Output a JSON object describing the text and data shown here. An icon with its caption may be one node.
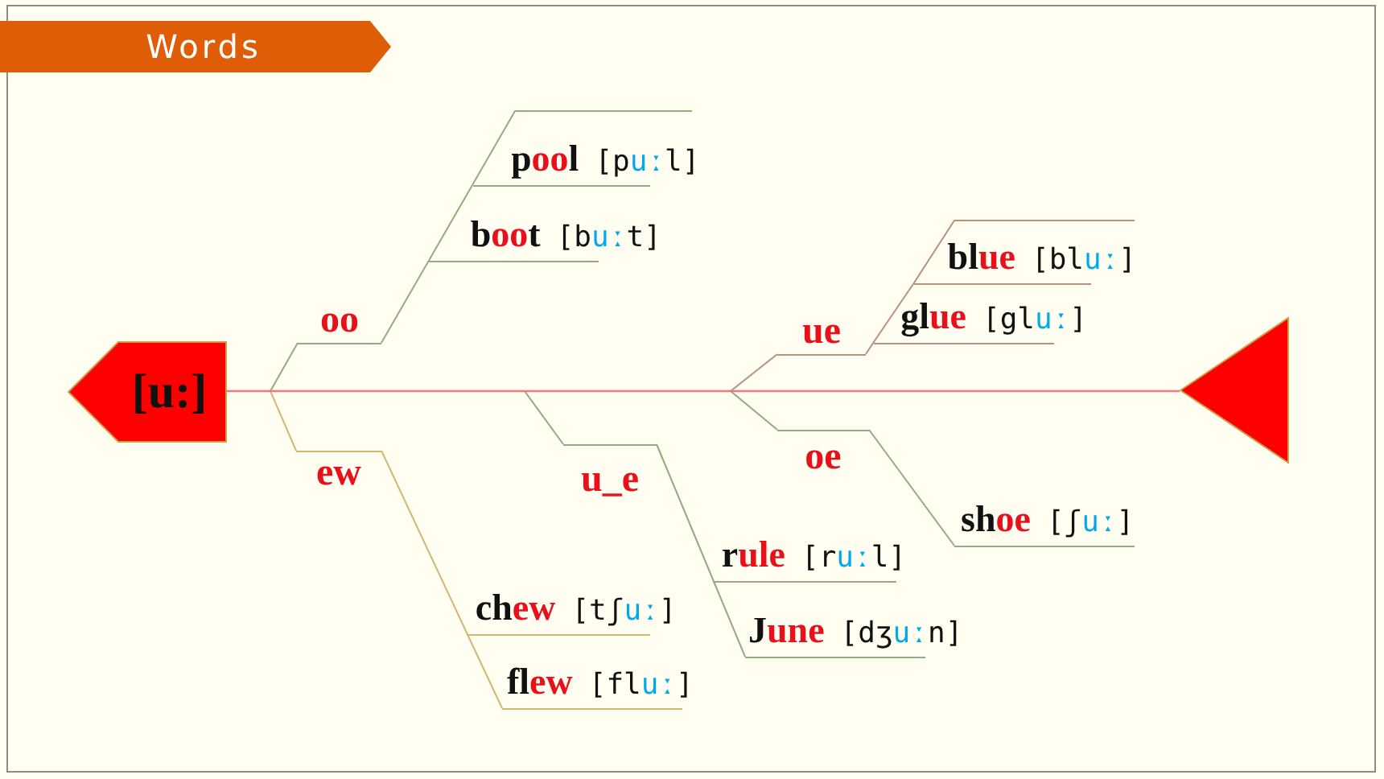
{
  "diagram": {
    "title": "Words",
    "nodes": [
      {
        "text": [
          "[u:]"
        ]
      },
      {
        "text": [
          "oo"
        ]
      },
      {
        "text": [
          "pool",
          "[puːl]"
        ]
      },
      {
        "text": [
          "boot",
          "[buːt]"
        ]
      },
      {
        "text": [
          "ew"
        ]
      },
      {
        "text": [
          "chew",
          "[tʃuː]"
        ]
      },
      {
        "text": [
          "flew",
          "[fluː]"
        ]
      },
      {
        "text": [
          "u_e"
        ]
      },
      {
        "text": [
          "rule",
          "[ruːl]"
        ]
      },
      {
        "text": [
          "June",
          "[dʒuːn]"
        ]
      },
      {
        "text": [
          "ue"
        ]
      },
      {
        "text": [
          "blue",
          "[bluː]"
        ]
      },
      {
        "text": [
          "glue",
          "[gluː]"
        ]
      },
      {
        "text": [
          "oe"
        ]
      },
      {
        "text": [
          "shoe",
          "[ʃuː]"
        ]
      },
      {
        "text": [],
        "shape": "triangle"
      }
    ],
    "edges": [
      {
        "from": 0,
        "to": 15,
        "arrow": "none",
        "color": "#f27a7a"
      },
      {
        "from": null,
        "to": 1,
        "arrow": "none"
      },
      {
        "from": 1,
        "to": 3,
        "arrow": "none"
      },
      {
        "from": 3,
        "to": 2,
        "arrow": "none"
      },
      {
        "from": null,
        "to": 4,
        "arrow": "none",
        "color": "#d3b674"
      },
      {
        "from": 4,
        "to": 5,
        "arrow": "none",
        "color": "#d3b674"
      },
      {
        "from": 5,
        "to": 6,
        "arrow": "none",
        "color": "#d3b674"
      },
      {
        "from": null,
        "to": 7,
        "arrow": "none"
      },
      {
        "from": 7,
        "to": 8,
        "arrow": "none"
      },
      {
        "from": 8,
        "to": 9,
        "arrow": "none"
      },
      {
        "from": null,
        "to": 10,
        "arrow": "none",
        "color": "#b8917a"
      },
      {
        "from": 10,
        "to": 12,
        "arrow": "none",
        "color": "#b8917a"
      },
      {
        "from": 12,
        "to": 11,
        "arrow": "none",
        "color": "#b8917a"
      },
      {
        "from": null,
        "to": 13,
        "arrow": "none"
      },
      {
        "from": 13,
        "to": 14,
        "arrow": "none"
      }
    ]
  }
}
